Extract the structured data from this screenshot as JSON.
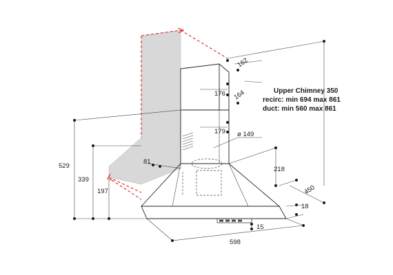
{
  "notes": {
    "line1": "Upper Chimney 350",
    "line2": "recirc: min 694 max 861",
    "line3": "duct: min 560 max 861"
  },
  "dimensions": {
    "d162": "162",
    "d176": "176",
    "d164": "164",
    "d179": "179",
    "d149": "ø 149",
    "d81": "81",
    "d218": "218",
    "d529": "529",
    "d339": "339",
    "d197": "197",
    "d450": "450",
    "d18": "18",
    "d15": "15",
    "d598": "598"
  },
  "colors": {
    "wall": "#d8d8d8",
    "lines": "#222222",
    "red_guides": "#d4262b"
  }
}
